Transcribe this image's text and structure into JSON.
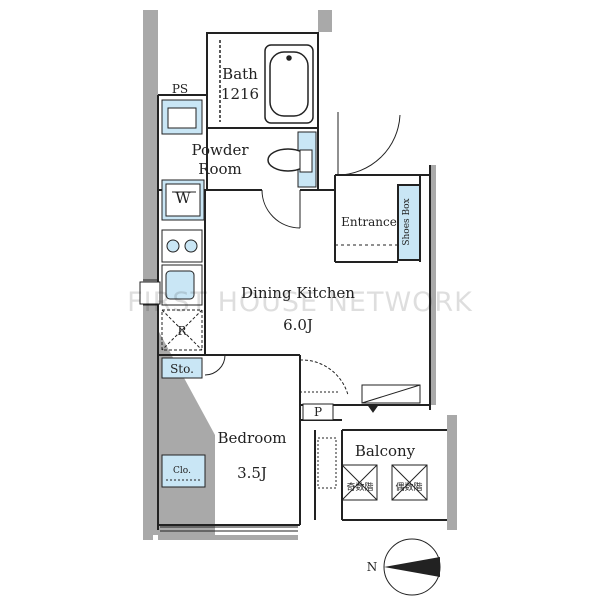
{
  "rooms": {
    "bath": "Bath",
    "bath_size": "1216",
    "ps": "PS",
    "powder_line1": "Powder",
    "powder_line2": "Room",
    "w": "W",
    "entrance": "Entrance",
    "shoes_box": "Shoes Box",
    "dining_kitchen": "Dining Kitchen",
    "dk_size": "6.0J",
    "r": "R",
    "sto": "Sto.",
    "p": "P",
    "balcony": "Balcony",
    "bedroom": "Bedroom",
    "bedroom_size": "3.5J",
    "clo": "Clo.",
    "odd_floors": "奇数階",
    "even_floors": "偶数階"
  },
  "watermark": "FIRST HOUSE NETWORK",
  "compass": {
    "label": "N"
  },
  "colors": {
    "wall": "#a9a9a9",
    "fixture_blue": "#c9e6f5",
    "line": "#222222"
  }
}
